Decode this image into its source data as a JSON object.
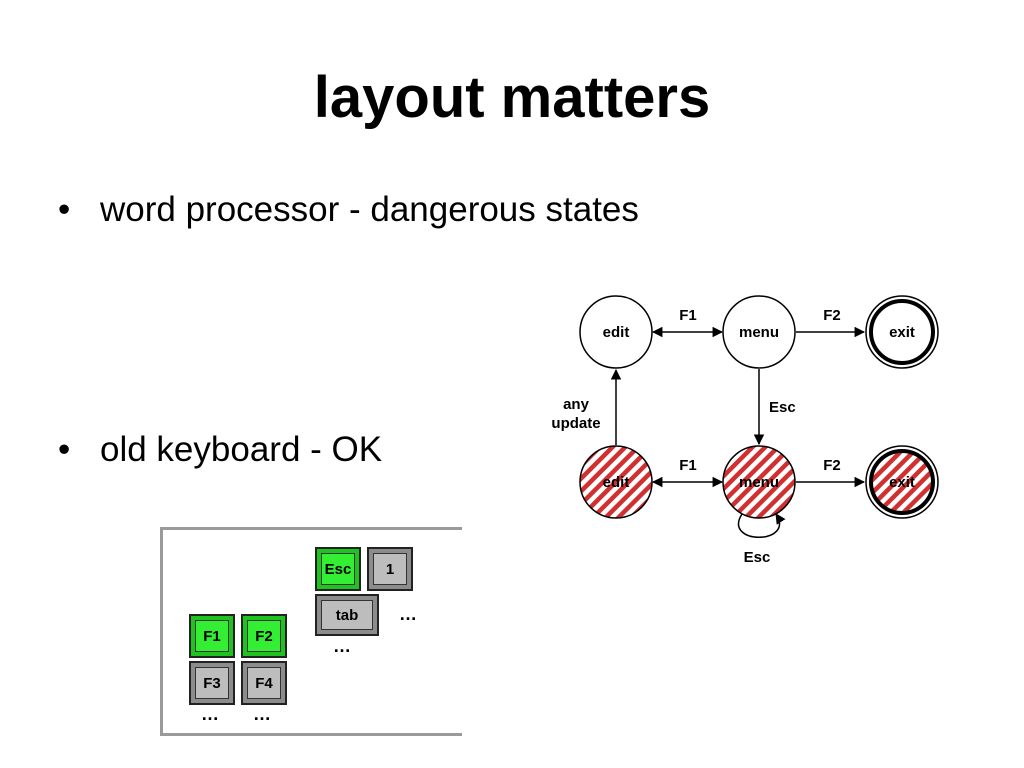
{
  "slide": {
    "title": "layout matters",
    "bullets": [
      {
        "marker": "•",
        "text": "word processor - dangerous states"
      },
      {
        "marker": "•",
        "text": "old keyboard - OK"
      }
    ]
  },
  "diagram": {
    "top_row": {
      "edit": "edit",
      "menu": "menu",
      "exit": "exit"
    },
    "bottom_row": {
      "edit": "edit",
      "menu": "menu",
      "exit": "exit"
    },
    "transitions": {
      "top_f1": "F1",
      "top_f2": "F2",
      "bottom_f1": "F1",
      "bottom_f2": "F2",
      "menu_to_menu_esc": "Esc",
      "self_loop_esc": "Esc",
      "any_update_line1": "any",
      "any_update_line2": "update"
    },
    "colors": {
      "danger_red": "#d03030",
      "node_stroke": "#000000"
    }
  },
  "keyboard": {
    "keys": {
      "esc": "Esc",
      "one": "1",
      "tab": "tab",
      "f1": "F1",
      "f2": "F2",
      "f3": "F3",
      "f4": "F4"
    },
    "ellipsis": "…",
    "colors": {
      "highlighted": "#33ee33",
      "normal": "#bdbdbd",
      "frame": "#9a9a9a"
    }
  }
}
